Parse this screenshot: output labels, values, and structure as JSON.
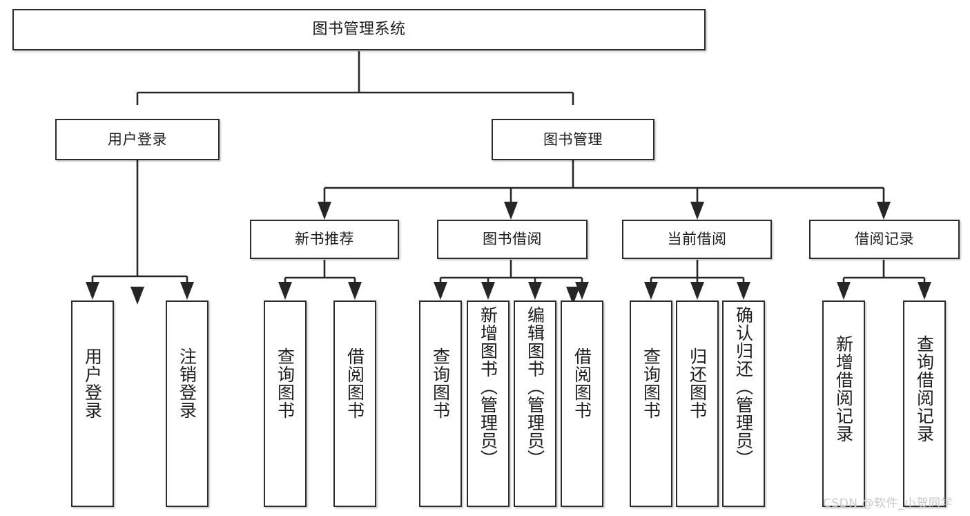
{
  "diagram": {
    "type": "tree",
    "title_node": {
      "id": "root",
      "label": "图书管理系统"
    },
    "level2": [
      {
        "id": "user-login",
        "label": "用户登录"
      },
      {
        "id": "book-manage",
        "label": "图书管理"
      }
    ],
    "level3": [
      {
        "id": "new-book-recommend",
        "label": "新书推荐"
      },
      {
        "id": "book-borrow",
        "label": "图书借阅"
      },
      {
        "id": "current-borrow",
        "label": "当前借阅"
      },
      {
        "id": "borrow-record",
        "label": "借阅记录"
      }
    ],
    "leaves": {
      "user_login": [
        {
          "id": "leaf-user-login",
          "label": "用户登录"
        },
        {
          "id": "leaf-logout-login",
          "label": "注销登录"
        }
      ],
      "new_book_recommend": [
        {
          "id": "leaf-query-book-1",
          "label": "查询图书"
        },
        {
          "id": "leaf-borrow-book-1",
          "label": "借阅图书"
        }
      ],
      "book_borrow": [
        {
          "id": "leaf-query-book-2",
          "label": "查询图书"
        },
        {
          "id": "leaf-add-book",
          "label": "新增图书（管理员）"
        },
        {
          "id": "leaf-edit-book",
          "label": "编辑图书（管理员）"
        },
        {
          "id": "leaf-borrow-book-2",
          "label": "借阅图书"
        }
      ],
      "current_borrow": [
        {
          "id": "leaf-query-book-3",
          "label": "查询图书"
        },
        {
          "id": "leaf-return-book",
          "label": "归还图书"
        },
        {
          "id": "leaf-confirm-return",
          "label": "确认归还（管理员）"
        }
      ],
      "borrow_record": [
        {
          "id": "leaf-add-record",
          "label": "新增借阅记录"
        },
        {
          "id": "leaf-query-record",
          "label": "查询借阅记录"
        }
      ]
    }
  },
  "watermark": {
    "text": "CSDN @软件_小贺同学"
  },
  "colors": {
    "border": "#2b2b2b",
    "text": "#1d1d1d",
    "background": "#ffffff",
    "edge": "#262626",
    "watermark": "#c9c9c9"
  }
}
